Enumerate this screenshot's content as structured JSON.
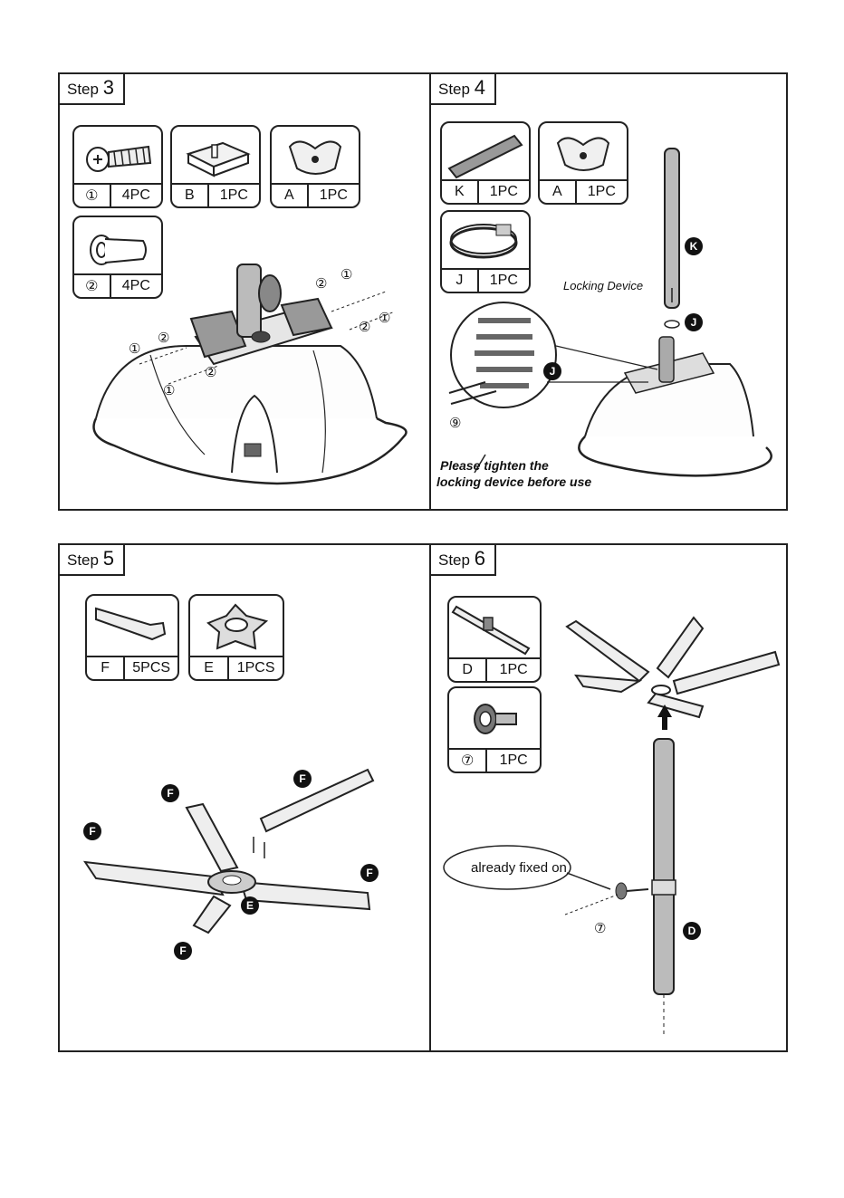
{
  "step3": {
    "title_word": "Step",
    "title_num": "3",
    "parts": [
      {
        "id": "①",
        "qty": "4PC"
      },
      {
        "id": "B",
        "qty": "1PC"
      },
      {
        "id": "A",
        "qty": "1PC"
      },
      {
        "id": "②",
        "qty": "4PC"
      }
    ],
    "callouts": [
      "①",
      "②",
      "①",
      "②",
      "②",
      "①",
      "①",
      "②"
    ]
  },
  "step4": {
    "title_word": "Step",
    "title_num": "4",
    "parts": [
      {
        "id": "K",
        "qty": "1PC"
      },
      {
        "id": "A",
        "qty": "1PC"
      },
      {
        "id": "J",
        "qty": "1PC"
      }
    ],
    "locking_label": "Locking Device",
    "marker_k": "K",
    "marker_j": "J",
    "marker_j2": "J",
    "callout_9": "⑨",
    "note_line1": "Please tighten the",
    "note_line2": "locking device before use"
  },
  "step5": {
    "title_word": "Step",
    "title_num": "5",
    "parts": [
      {
        "id": "F",
        "qty": "5PCS"
      },
      {
        "id": "E",
        "qty": "1PCS"
      }
    ],
    "markers": [
      "F",
      "F",
      "F",
      "F",
      "F",
      "E"
    ]
  },
  "step6": {
    "title_word": "Step",
    "title_num": "6",
    "parts": [
      {
        "id": "D",
        "qty": "1PC"
      },
      {
        "id": "⑦",
        "qty": "1PC"
      }
    ],
    "bubble": "already fixed on",
    "callout_7": "⑦",
    "marker_d": "D"
  }
}
